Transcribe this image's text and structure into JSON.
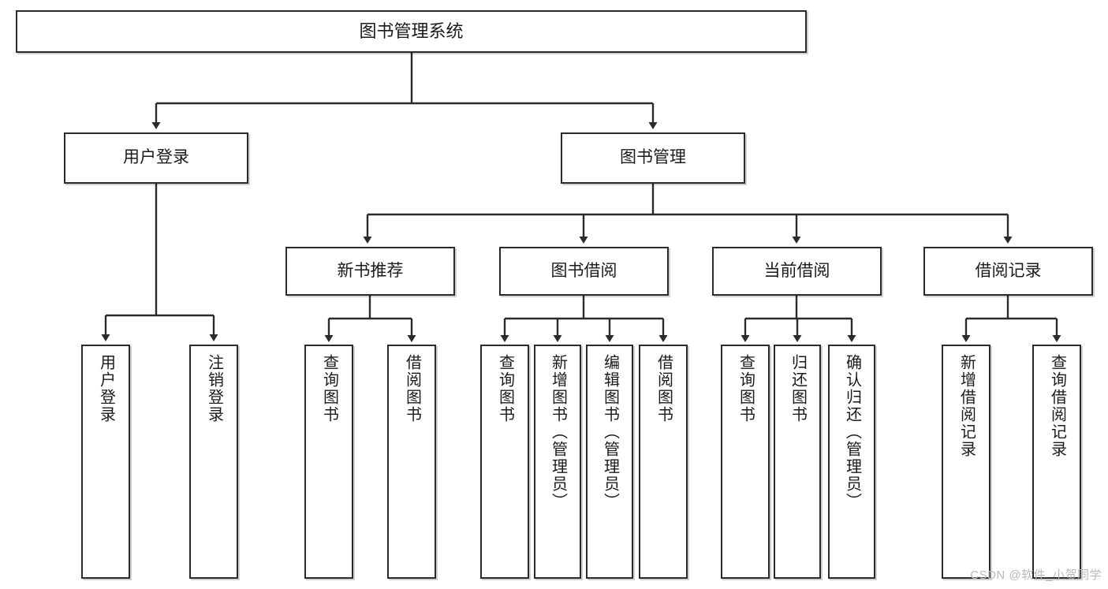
{
  "diagram": {
    "title": "图书管理系统",
    "type": "tree-hierarchy-diagram",
    "watermark": "CSDN @软件_小贺同学",
    "colors": {
      "box_border": "#2b2b2b",
      "box_fill": "#ffffff",
      "edge": "#2b2b2b",
      "text": "#1b1b1b",
      "watermark": "#b9b9b9"
    },
    "nodes": {
      "root": {
        "label": "图书管理系统"
      },
      "level2": [
        {
          "label": "用户登录"
        },
        {
          "label": "图书管理"
        }
      ],
      "level3": [
        {
          "label": "新书推荐"
        },
        {
          "label": "图书借阅"
        },
        {
          "label": "当前借阅"
        },
        {
          "label": "借阅记录"
        }
      ],
      "leaves": {
        "user_login": [
          {
            "label": "用户登录"
          },
          {
            "label": "注销登录"
          }
        ],
        "new_book_recommend": [
          {
            "label": "查询图书"
          },
          {
            "label": "借阅图书"
          }
        ],
        "book_borrow": [
          {
            "label": "查询图书"
          },
          {
            "label": "新增图书（管理员）"
          },
          {
            "label": "编辑图书（管理员）"
          },
          {
            "label": "借阅图书"
          }
        ],
        "current_borrow": [
          {
            "label": "查询图书"
          },
          {
            "label": "归还图书"
          },
          {
            "label": "确认归还（管理员）"
          }
        ],
        "borrow_record": [
          {
            "label": "新增借阅记录"
          },
          {
            "label": "查询借阅记录"
          }
        ]
      }
    }
  }
}
